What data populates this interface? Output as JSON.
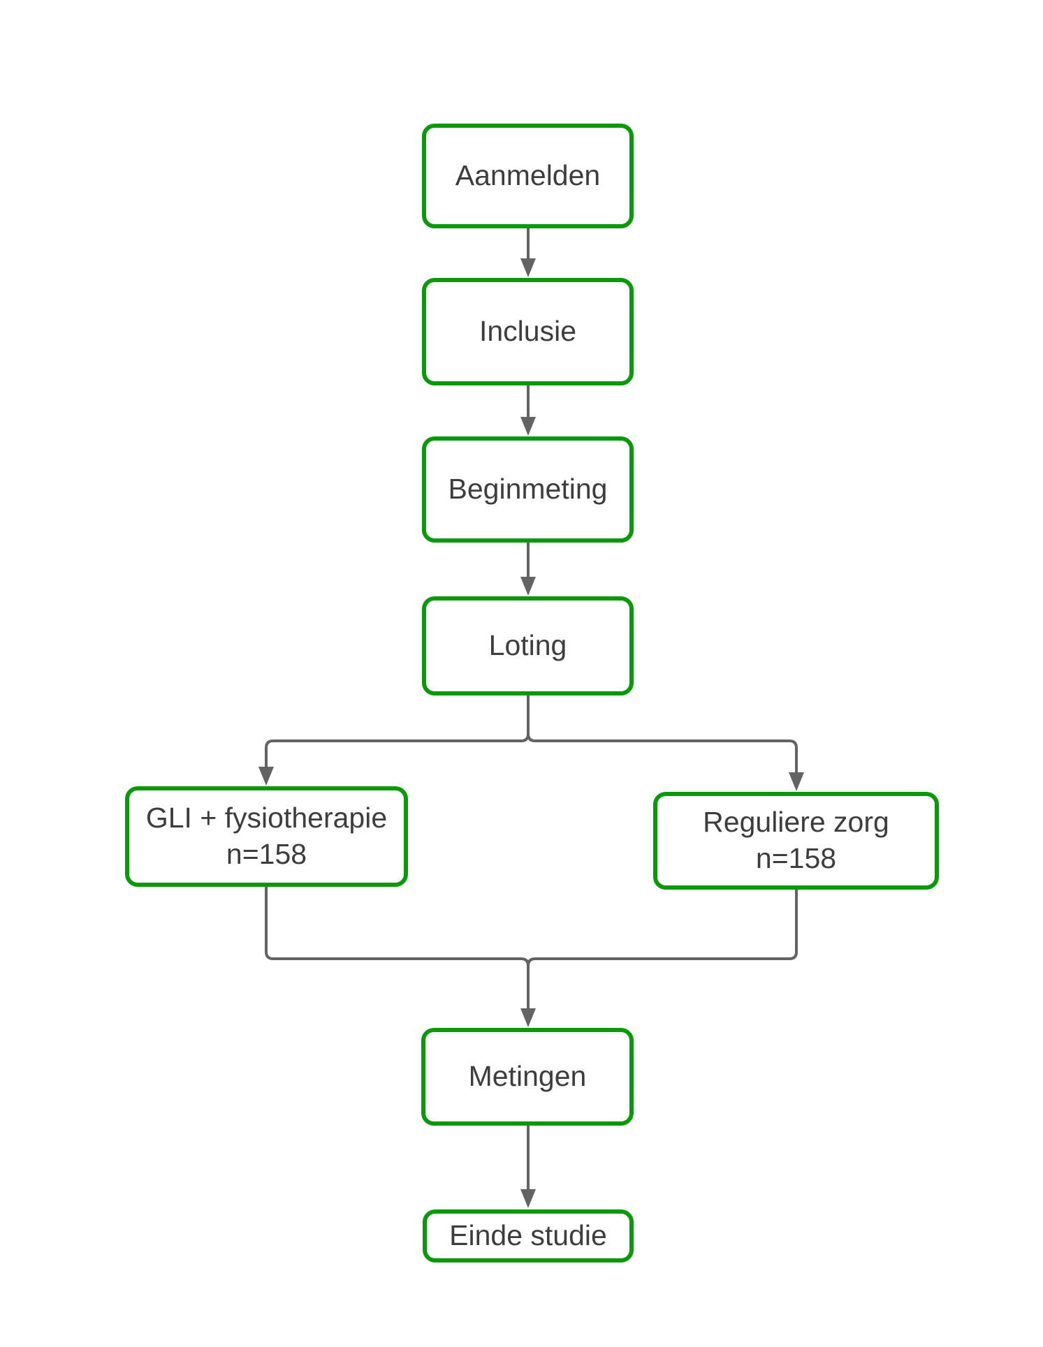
{
  "diagram_type": "flowchart",
  "colors": {
    "node_border": "#0a990a",
    "node_fill": "#ffffff",
    "edge": "#636363",
    "label_text": "#3d3d3d",
    "background": "#ffffff"
  },
  "nodes": [
    {
      "id": "aanmelden",
      "label": "Aanmelden"
    },
    {
      "id": "inclusie",
      "label": "Inclusie"
    },
    {
      "id": "beginmeting",
      "label": "Beginmeting"
    },
    {
      "id": "loting",
      "label": "Loting"
    },
    {
      "id": "gli-fysiotherapie",
      "label": "GLI + fysiotherapie",
      "sublabel": "n=158"
    },
    {
      "id": "reguliere-zorg",
      "label": "Reguliere zorg",
      "sublabel": "n=158"
    },
    {
      "id": "metingen",
      "label": "Metingen"
    },
    {
      "id": "einde-studie",
      "label": "Einde studie"
    }
  ],
  "edges": [
    {
      "from": "aanmelden",
      "to": "inclusie"
    },
    {
      "from": "inclusie",
      "to": "beginmeting"
    },
    {
      "from": "beginmeting",
      "to": "loting"
    },
    {
      "from": "loting",
      "to": "gli-fysiotherapie"
    },
    {
      "from": "loting",
      "to": "reguliere-zorg"
    },
    {
      "from": "gli-fysiotherapie",
      "to": "metingen"
    },
    {
      "from": "reguliere-zorg",
      "to": "metingen"
    },
    {
      "from": "metingen",
      "to": "einde-studie"
    }
  ]
}
